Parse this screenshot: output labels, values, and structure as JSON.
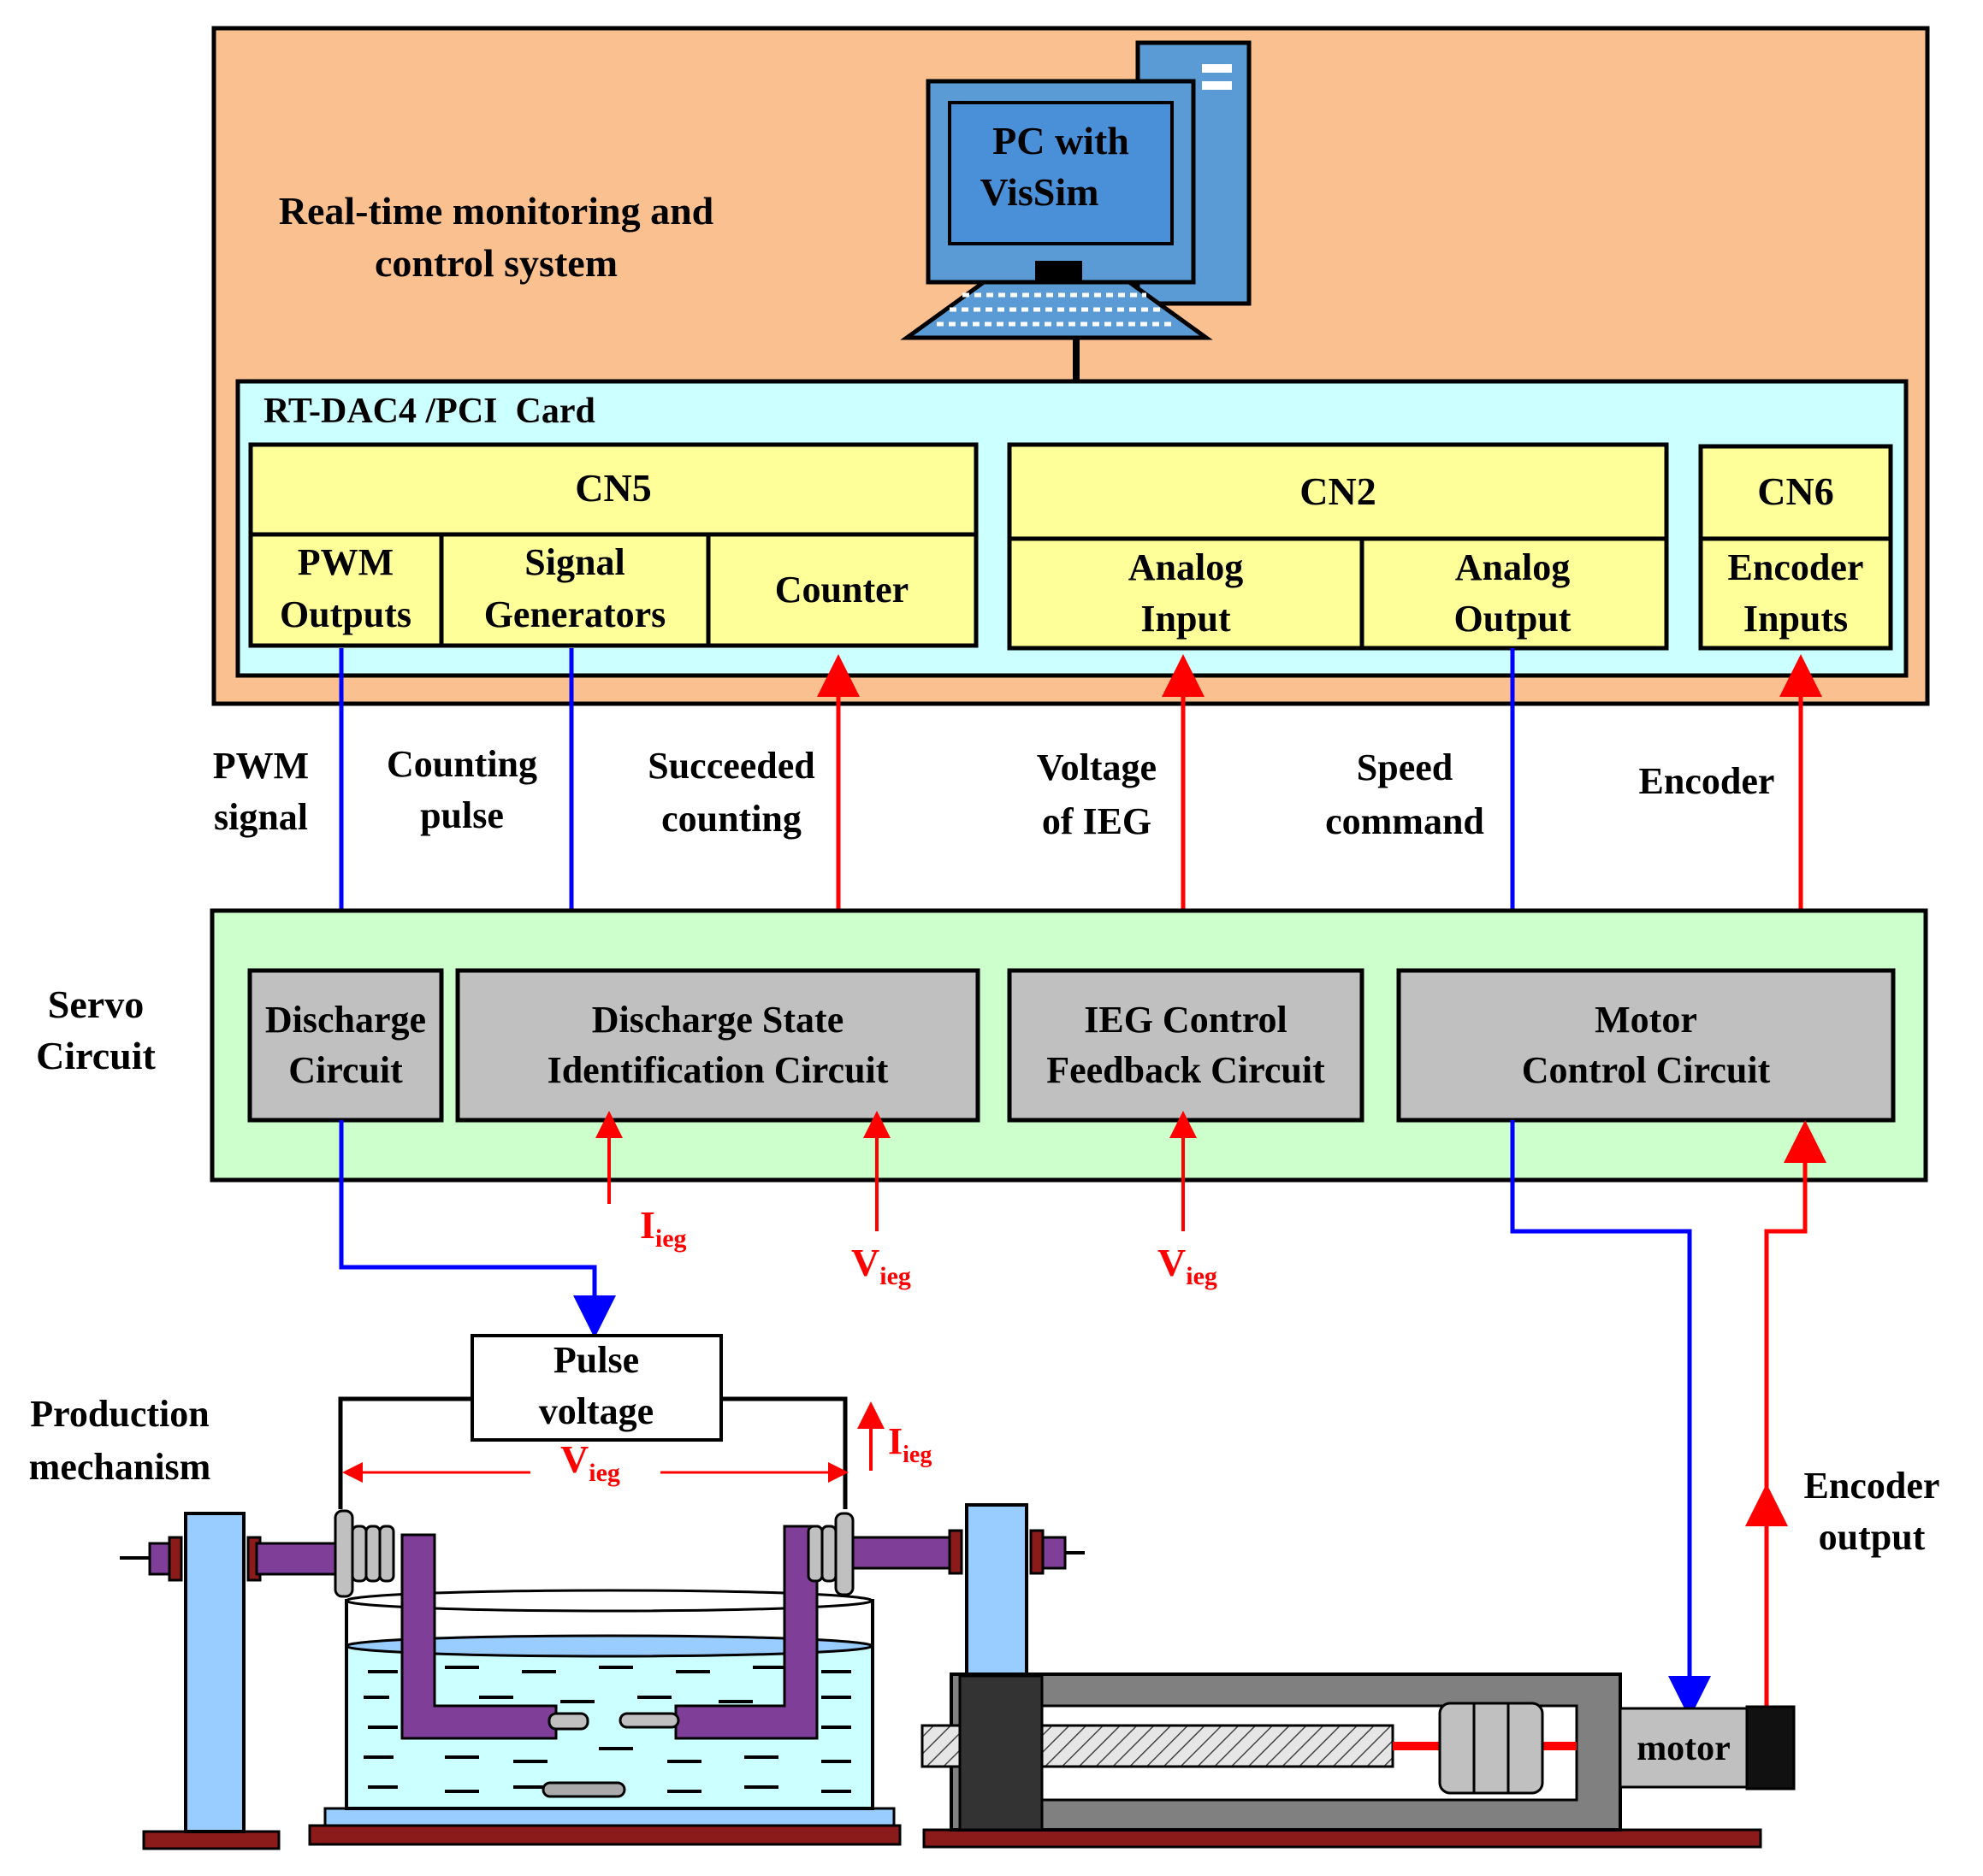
{
  "system": {
    "title_line1": "Real-time monitoring and",
    "title_line2": "control system"
  },
  "pc": {
    "line1": "PC with",
    "line2": "VisSim"
  },
  "card": {
    "title": "RT-DAC4 /PCI  Card",
    "cn5": {
      "title": "CN5",
      "pwm_l1": "PWM",
      "pwm_l2": "Outputs",
      "sig_l1": "Signal",
      "sig_l2": "Generators",
      "counter": "Counter"
    },
    "cn2": {
      "title": "CN2",
      "ain_l1": "Analog",
      "ain_l2": "Input",
      "aout_l1": "Analog",
      "aout_l2": "Output"
    },
    "cn6": {
      "title": "CN6",
      "enc_l1": "Encoder",
      "enc_l2": "Inputs"
    }
  },
  "signals": {
    "pwm_l1": "PWM",
    "pwm_l2": "signal",
    "count_l1": "Counting",
    "count_l2": "pulse",
    "succ_l1": "Succeeded",
    "succ_l2": "counting",
    "volt_l1": "Voltage",
    "volt_l2": "of IEG",
    "speed_l1": "Speed",
    "speed_l2": "command",
    "encoder": "Encoder"
  },
  "servo": {
    "label_l1": "Servo",
    "label_l2": "Circuit",
    "discharge_l1": "Discharge",
    "discharge_l2": "Circuit",
    "dsi_l1": "Discharge State",
    "dsi_l2": "Identification Circuit",
    "ieg_l1": "IEG Control",
    "ieg_l2": "Feedback Circuit",
    "motor_l1": "Motor",
    "motor_l2": "Control Circuit"
  },
  "measurements": {
    "I_main": "I",
    "V_main": "V",
    "sub": "ieg"
  },
  "production": {
    "label_l1": "Production",
    "label_l2": "mechanism",
    "pulse_l1": "Pulse",
    "pulse_l2": "voltage",
    "motor": "motor",
    "enc_out_l1": "Encoder",
    "enc_out_l2": "output"
  },
  "colors": {
    "orange_panel": "#FAC090",
    "cyan_panel": "#CCFFFF",
    "yellow": "#FFFF99",
    "green_panel": "#CCFFCC",
    "grey_box": "#C0C0C0",
    "blue_arrow": "#0000FF",
    "red_arrow": "#FF0000",
    "purple": "#7F3F98",
    "pc_blue": "#5B9BD5"
  }
}
